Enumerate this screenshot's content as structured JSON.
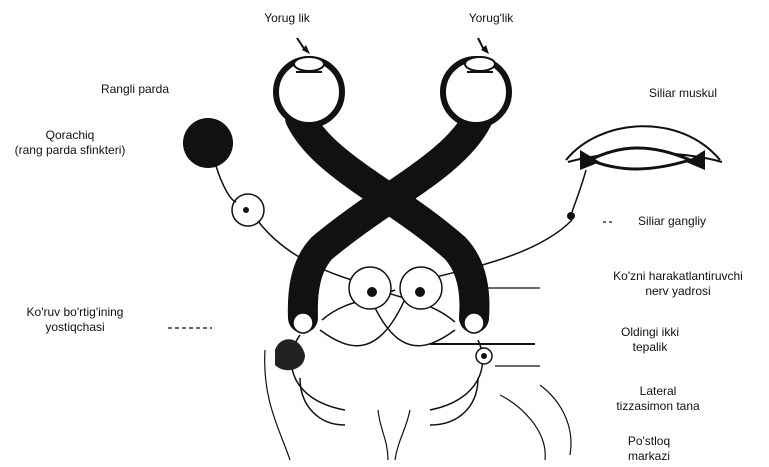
{
  "diagram": {
    "labels": {
      "light_left": "Yorug lik",
      "light_right": "Yorug'lik",
      "iris": "Rangli parda",
      "pupil_line1": "Qorachiq",
      "pupil_line2": "(rang parda sfinkteri)",
      "ciliary_muscle": "Siliar muskul",
      "ciliary_ganglion": "Siliar gangliy",
      "oculomotor_nucleus_line1": "Ko'zni harakatlantiruvchi",
      "oculomotor_nucleus_line2": "nerv yadrosi",
      "pulvinar_line1": "Ko'ruv bo'rtig'ining",
      "pulvinar_line2": "yostiqchasi",
      "anterior_colliculi_line1": "Oldingi ikki",
      "anterior_colliculi_line2": "tepalik",
      "lateral_geniculate_line1": "Lateral",
      "lateral_geniculate_line2": "tizzasimon tana",
      "cortex_line1": "Po'stloq",
      "cortex_line2": "markazi"
    }
  }
}
